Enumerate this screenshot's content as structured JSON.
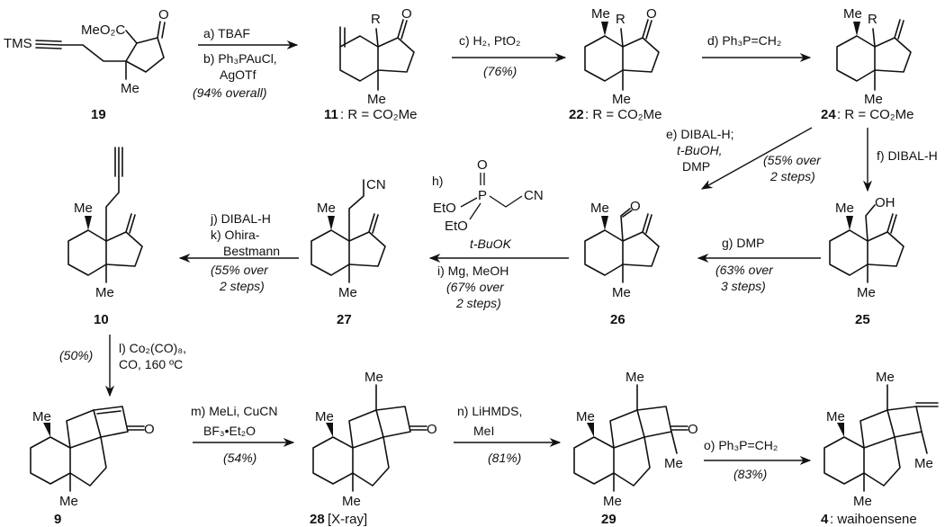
{
  "compounds": {
    "c19": {
      "label": "19",
      "atoms": {
        "o": "O",
        "ester": "MeO₂C",
        "tms": "TMS",
        "me": "Me"
      }
    },
    "c11": {
      "label": "11",
      "note": ": R = CO₂Me",
      "atoms": {
        "r": "R",
        "o": "O",
        "me": "Me"
      }
    },
    "c22": {
      "label": "22",
      "note": ": R = CO₂Me",
      "atoms": {
        "me_top": "Me",
        "r": "R",
        "o": "O",
        "me": "Me"
      }
    },
    "c24": {
      "label": "24",
      "note": ": R = CO₂Me",
      "atoms": {
        "me_top": "Me",
        "r": "R",
        "me": "Me"
      }
    },
    "c25": {
      "label": "25",
      "atoms": {
        "me_top": "Me",
        "oh": "OH",
        "me": "Me"
      }
    },
    "c26": {
      "label": "26",
      "atoms": {
        "me_top": "Me",
        "o": "O",
        "me": "Me"
      }
    },
    "c27": {
      "label": "27",
      "atoms": {
        "cn": "CN",
        "me_top": "Me",
        "me": "Me"
      }
    },
    "c10": {
      "label": "10",
      "atoms": {
        "me_top": "Me",
        "me": "Me"
      }
    },
    "c9": {
      "label": "9",
      "atoms": {
        "me_top": "Me",
        "o": "O",
        "me": "Me"
      }
    },
    "c28": {
      "label": "28",
      "note": " [X-ray]",
      "atoms": {
        "me_a": "Me",
        "me_b": "Me",
        "o": "O",
        "me": "Me"
      }
    },
    "c29": {
      "label": "29",
      "atoms": {
        "me_a": "Me",
        "me_b": "Me",
        "o": "O",
        "me_c": "Me",
        "me": "Me"
      }
    },
    "c4": {
      "label": "4",
      "note": ": waihoensene",
      "atoms": {
        "me_a": "Me",
        "me_b": "Me",
        "me_c": "Me",
        "me": "Me"
      }
    }
  },
  "steps": {
    "s1": {
      "line1": "a) TBAF",
      "line2": "b) Ph₃PAuCl,",
      "line3": "AgOTf",
      "yield": "(94% overall)"
    },
    "s2": {
      "line1": "c) H₂, PtO₂",
      "yield": "(76%)"
    },
    "s3": {
      "line1": "d) Ph₃P=CH₂"
    },
    "s4a": {
      "line1": "e) DIBAL-H;",
      "line2": "t-BuOH,",
      "line3": "DMP",
      "yield1": "(55% over",
      "yield2": "2 steps)"
    },
    "s4b": {
      "line1": "f) DIBAL-H"
    },
    "s5": {
      "line1": "g) DMP",
      "yield1": "(63% over",
      "yield2": "3 steps)"
    },
    "s6": {
      "h": "h)",
      "reag_o": "O",
      "reag_p": "P",
      "reag_cn": "CN",
      "reag_eto1": "EtO",
      "reag_eto2": "EtO",
      "base": "t-BuOK",
      "line2": "i) Mg, MeOH",
      "yield1": "(67% over",
      "yield2": "2 steps)"
    },
    "s7": {
      "line1": "j) DIBAL-H",
      "line2": "k) Ohira-",
      "line3": "Bestmann",
      "yield1": "(55% over",
      "yield2": "2 steps)"
    },
    "s8": {
      "yield": "(50%)",
      "line1": "l) Co₂(CO)₈,",
      "line2": "CO, 160 ºC"
    },
    "s9": {
      "line1": "m) MeLi, CuCN",
      "line2": "BF₃•Et₂O",
      "yield": "(54%)"
    },
    "s10": {
      "line1": "n) LiHMDS,",
      "line2": "MeI",
      "yield": "(81%)"
    },
    "s11": {
      "line1": "o) Ph₃P=CH₂",
      "yield": "(83%)"
    }
  }
}
